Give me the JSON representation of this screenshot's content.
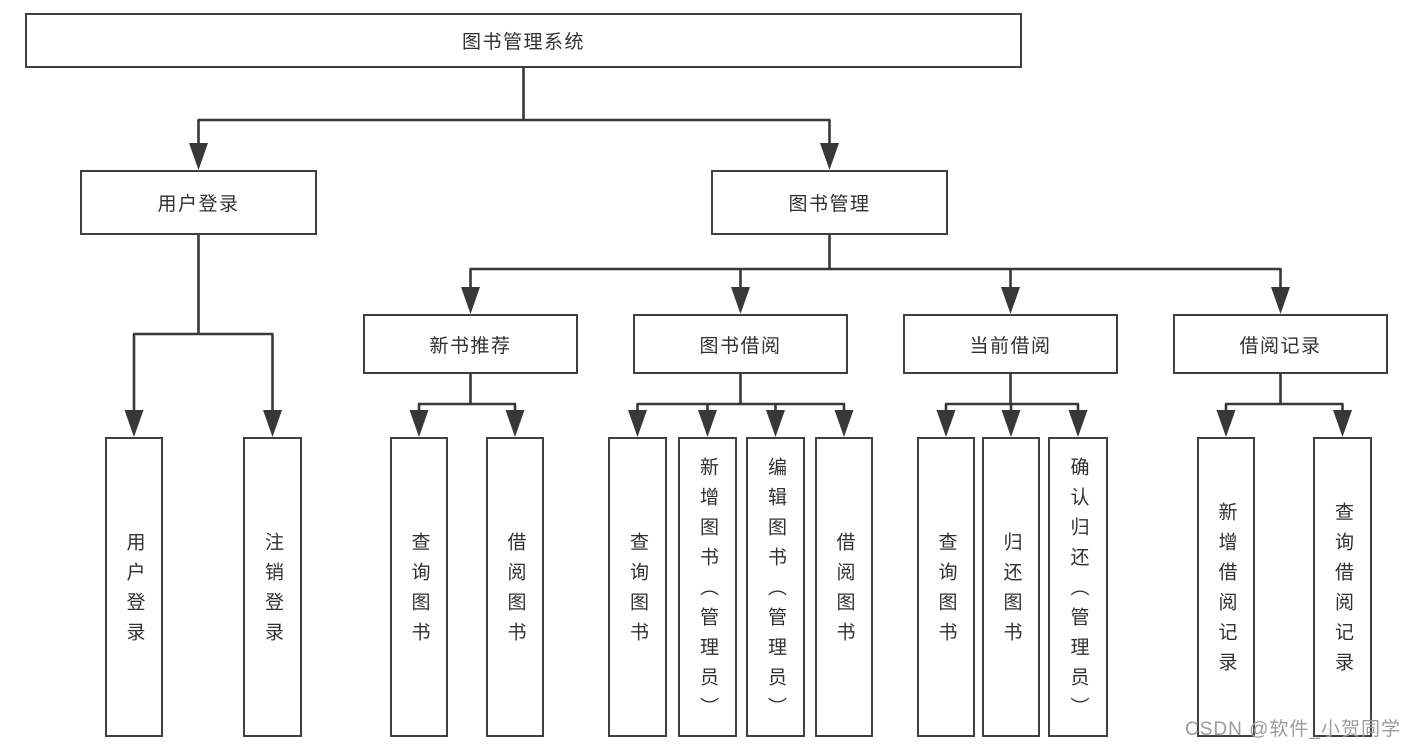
{
  "colors": {
    "line": "#383838",
    "border": "#3f3f3f",
    "text": "#303030",
    "watermark": "#949494",
    "background": "#ffffff"
  },
  "watermark": "CSDN @软件_小贺同学",
  "tree": {
    "label": "图书管理系统",
    "children": [
      {
        "label": "用户登录",
        "children": [
          {
            "label": "用户登录"
          },
          {
            "label": "注销登录"
          }
        ]
      },
      {
        "label": "图书管理",
        "children": [
          {
            "label": "新书推荐",
            "children": [
              {
                "label": "查询图书"
              },
              {
                "label": "借阅图书"
              }
            ]
          },
          {
            "label": "图书借阅",
            "children": [
              {
                "label": "查询图书"
              },
              {
                "label": "新增图书（管理员）"
              },
              {
                "label": "编辑图书（管理员）"
              },
              {
                "label": "借阅图书"
              }
            ]
          },
          {
            "label": "当前借阅",
            "children": [
              {
                "label": "查询图书"
              },
              {
                "label": "归还图书"
              },
              {
                "label": "确认归还（管理员）"
              }
            ]
          },
          {
            "label": "借阅记录",
            "children": [
              {
                "label": "新增借阅记录"
              },
              {
                "label": "查询借阅记录"
              }
            ]
          }
        ]
      }
    ]
  }
}
